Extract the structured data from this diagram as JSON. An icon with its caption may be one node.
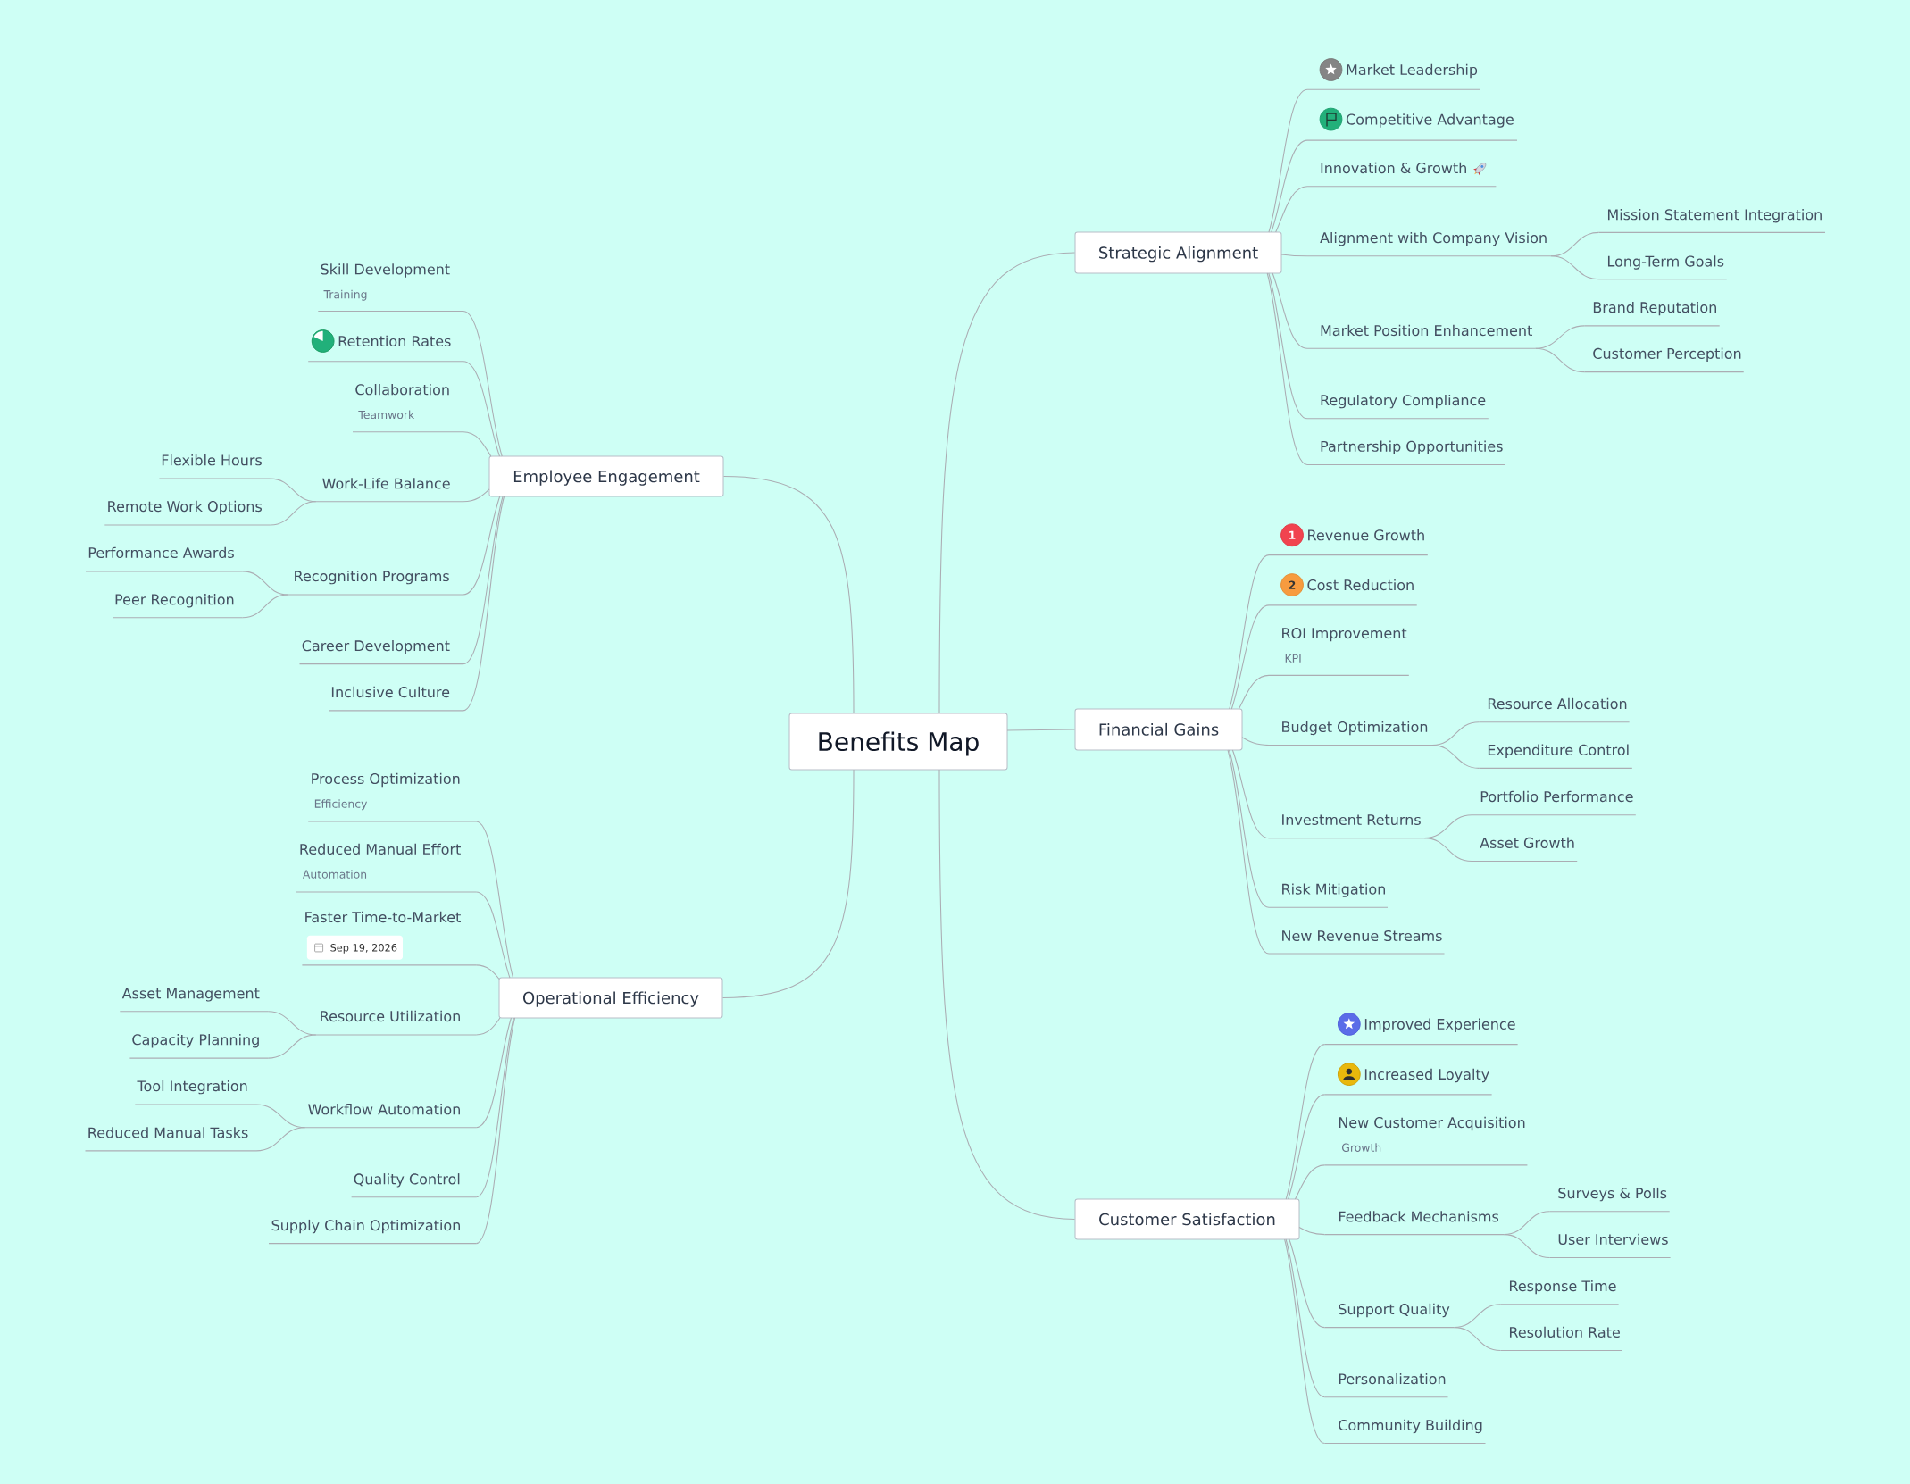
{
  "diagram": {
    "nodes": [
      {
        "text": [
          "Benefits Map"
        ]
      },
      {
        "text": [
          "Strategic Alignment"
        ]
      },
      {
        "text": [
          "Market Leadership"
        ]
      },
      {
        "text": [
          "Competitive Advantage"
        ]
      },
      {
        "text": [
          "Innovation & Growth"
        ]
      },
      {
        "text": [
          "Alignment with Company Vision"
        ]
      },
      {
        "text": [
          "Mission Statement Integration"
        ]
      },
      {
        "text": [
          "Long-Term Goals"
        ]
      },
      {
        "text": [
          "Market Position Enhancement"
        ]
      },
      {
        "text": [
          "Brand Reputation"
        ]
      },
      {
        "text": [
          "Customer Perception"
        ]
      },
      {
        "text": [
          "Regulatory Compliance"
        ]
      },
      {
        "text": [
          "Partnership Opportunities"
        ]
      },
      {
        "text": [
          "Financial Gains"
        ]
      },
      {
        "text": [
          "1",
          "Revenue Growth"
        ]
      },
      {
        "text": [
          "2",
          "Cost Reduction"
        ]
      },
      {
        "text": [
          "ROI Improvement",
          "KPI"
        ]
      },
      {
        "text": [
          "Budget Optimization"
        ]
      },
      {
        "text": [
          "Resource Allocation"
        ]
      },
      {
        "text": [
          "Expenditure Control"
        ]
      },
      {
        "text": [
          "Investment Returns"
        ]
      },
      {
        "text": [
          "Portfolio Performance"
        ]
      },
      {
        "text": [
          "Asset Growth"
        ]
      },
      {
        "text": [
          "Risk Mitigation"
        ]
      },
      {
        "text": [
          "New Revenue Streams"
        ]
      },
      {
        "text": [
          "Customer Satisfaction"
        ]
      },
      {
        "text": [
          "Improved Experience"
        ]
      },
      {
        "text": [
          "Increased Loyalty"
        ]
      },
      {
        "text": [
          "New Customer Acquisition",
          "Growth"
        ]
      },
      {
        "text": [
          "Feedback Mechanisms"
        ]
      },
      {
        "text": [
          "Surveys & Polls"
        ]
      },
      {
        "text": [
          "User Interviews"
        ]
      },
      {
        "text": [
          "Support Quality"
        ]
      },
      {
        "text": [
          "Response Time"
        ]
      },
      {
        "text": [
          "Resolution Rate"
        ]
      },
      {
        "text": [
          "Personalization"
        ]
      },
      {
        "text": [
          "Community Building"
        ]
      },
      {
        "text": [
          "Employee Engagement"
        ]
      },
      {
        "text": [
          "Skill Development",
          "Training"
        ]
      },
      {
        "text": [
          "Retention Rates"
        ]
      },
      {
        "text": [
          "Collaboration",
          "Teamwork"
        ]
      },
      {
        "text": [
          "Work-Life Balance"
        ]
      },
      {
        "text": [
          "Flexible Hours"
        ]
      },
      {
        "text": [
          "Remote Work Options"
        ]
      },
      {
        "text": [
          "Recognition Programs"
        ]
      },
      {
        "text": [
          "Performance Awards"
        ]
      },
      {
        "text": [
          "Peer Recognition"
        ]
      },
      {
        "text": [
          "Career Development"
        ]
      },
      {
        "text": [
          "Inclusive Culture"
        ]
      },
      {
        "text": [
          "Operational Efficiency"
        ]
      },
      {
        "text": [
          "Process Optimization",
          "Efficiency"
        ]
      },
      {
        "text": [
          "Reduced Manual Effort",
          "Automation"
        ]
      },
      {
        "text": [
          "Faster Time-to-Market",
          "Sep 19, 2026"
        ]
      },
      {
        "text": [
          "Resource Utilization"
        ]
      },
      {
        "text": [
          "Asset Management"
        ]
      },
      {
        "text": [
          "Capacity Planning"
        ]
      },
      {
        "text": [
          "Workflow Automation"
        ]
      },
      {
        "text": [
          "Tool Integration"
        ]
      },
      {
        "text": [
          "Reduced Manual Tasks"
        ]
      },
      {
        "text": [
          "Quality Control"
        ]
      },
      {
        "text": [
          "Supply Chain Optimization"
        ]
      }
    ],
    "edges": [
      {
        "from": 0,
        "to": 1,
        "arrow": "none"
      },
      {
        "from": 1,
        "to": 2,
        "arrow": "none"
      },
      {
        "from": 1,
        "to": 3,
        "arrow": "none"
      },
      {
        "from": 1,
        "to": 4,
        "arrow": "none"
      },
      {
        "from": 1,
        "to": 5,
        "arrow": "none"
      },
      {
        "from": 5,
        "to": 6,
        "arrow": "none"
      },
      {
        "from": 5,
        "to": 7,
        "arrow": "none"
      },
      {
        "from": 1,
        "to": 8,
        "arrow": "none"
      },
      {
        "from": 8,
        "to": 9,
        "arrow": "none"
      },
      {
        "from": 8,
        "to": 10,
        "arrow": "none"
      },
      {
        "from": 1,
        "to": 11,
        "arrow": "none"
      },
      {
        "from": 1,
        "to": 12,
        "arrow": "none"
      },
      {
        "from": 0,
        "to": 13,
        "arrow": "none"
      },
      {
        "from": 13,
        "to": 14,
        "arrow": "none"
      },
      {
        "from": 13,
        "to": 15,
        "arrow": "none"
      },
      {
        "from": 13,
        "to": 16,
        "arrow": "none"
      },
      {
        "from": 13,
        "to": 17,
        "arrow": "none"
      },
      {
        "from": 17,
        "to": 18,
        "arrow": "none"
      },
      {
        "from": 17,
        "to": 19,
        "arrow": "none"
      },
      {
        "from": 13,
        "to": 20,
        "arrow": "none"
      },
      {
        "from": 20,
        "to": 21,
        "arrow": "none"
      },
      {
        "from": 20,
        "to": 22,
        "arrow": "none"
      },
      {
        "from": 13,
        "to": 23,
        "arrow": "none"
      },
      {
        "from": 13,
        "to": 24,
        "arrow": "none"
      },
      {
        "from": 0,
        "to": 25,
        "arrow": "none"
      },
      {
        "from": 25,
        "to": 26,
        "arrow": "none"
      },
      {
        "from": 25,
        "to": 27,
        "arrow": "none"
      },
      {
        "from": 25,
        "to": 28,
        "arrow": "none"
      },
      {
        "from": 25,
        "to": 29,
        "arrow": "none"
      },
      {
        "from": 29,
        "to": 30,
        "arrow": "none"
      },
      {
        "from": 29,
        "to": 31,
        "arrow": "none"
      },
      {
        "from": 25,
        "to": 32,
        "arrow": "none"
      },
      {
        "from": 32,
        "to": 33,
        "arrow": "none"
      },
      {
        "from": 32,
        "to": 34,
        "arrow": "none"
      },
      {
        "from": 25,
        "to": 35,
        "arrow": "none"
      },
      {
        "from": 25,
        "to": 36,
        "arrow": "none"
      },
      {
        "from": 0,
        "to": 37,
        "arrow": "none"
      },
      {
        "from": 37,
        "to": 38,
        "arrow": "none"
      },
      {
        "from": 37,
        "to": 39,
        "arrow": "none"
      },
      {
        "from": 37,
        "to": 40,
        "arrow": "none"
      },
      {
        "from": 37,
        "to": 41,
        "arrow": "none"
      },
      {
        "from": 41,
        "to": 42,
        "arrow": "none"
      },
      {
        "from": 41,
        "to": 43,
        "arrow": "none"
      },
      {
        "from": 37,
        "to": 44,
        "arrow": "none"
      },
      {
        "from": 44,
        "to": 45,
        "arrow": "none"
      },
      {
        "from": 44,
        "to": 46,
        "arrow": "none"
      },
      {
        "from": 37,
        "to": 47,
        "arrow": "none"
      },
      {
        "from": 37,
        "to": 48,
        "arrow": "none"
      },
      {
        "from": 0,
        "to": 49,
        "arrow": "none"
      },
      {
        "from": 49,
        "to": 50,
        "arrow": "none"
      },
      {
        "from": 49,
        "to": 51,
        "arrow": "none"
      },
      {
        "from": 49,
        "to": 52,
        "arrow": "none"
      },
      {
        "from": 49,
        "to": 53,
        "arrow": "none"
      },
      {
        "from": 53,
        "to": 54,
        "arrow": "none"
      },
      {
        "from": 53,
        "to": 55,
        "arrow": "none"
      },
      {
        "from": 49,
        "to": 56,
        "arrow": "none"
      },
      {
        "from": 56,
        "to": 57,
        "arrow": "none"
      },
      {
        "from": 56,
        "to": 58,
        "arrow": "none"
      },
      {
        "from": 49,
        "to": 59,
        "arrow": "none"
      },
      {
        "from": 49,
        "to": 60,
        "arrow": "none"
      }
    ]
  }
}
